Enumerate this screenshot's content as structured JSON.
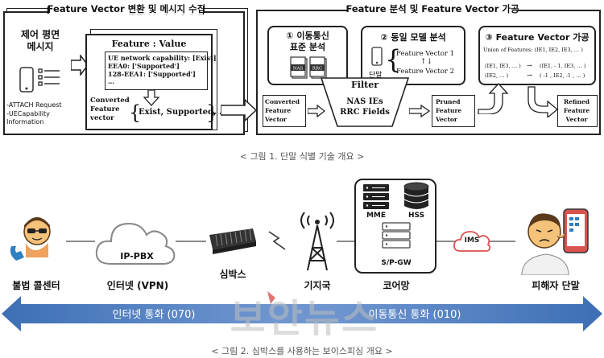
{
  "figure1": {
    "left_panel_title": "Feature Vector 변환 및 메시지 수집",
    "right_panel_title": "Feature 분석 및 Feature Vector 가공",
    "control_plane_msg": "제어 평면\n메시지",
    "msg_items": [
      "-ATTACH Request",
      "-UECapability\n Information"
    ],
    "fv_header": "Feature : Value",
    "fv_lines": [
      "UE network capability: [Exist]",
      "EEA0: ['Supported']",
      "128-EEA1: ['Supported']",
      "…"
    ],
    "converted_label": "Converted\nFeature\nvector",
    "converted_value": "Exist, Supported, …",
    "step1_title": "① 이동통신\n표준 분석",
    "step1_docs": [
      "NAS",
      "RRC"
    ],
    "step2_title": "② 동일 모델 분석",
    "step2_device": "단말",
    "step2_fv1": "Feature Vector 1",
    "step2_fv2": "Feature Vector 2",
    "step3_title": "③ Feature Vector 가공",
    "step3_union": "Union of Features: (IE1, IE2, IE3, … )",
    "step3_rows": [
      "(IE1, IE3, … )",
      "(IE2, … )"
    ],
    "step3_rows_out": [
      "(IE1, - 1, IE3, … )",
      "( -1 , IE2, -1 , … )"
    ],
    "converted_fv_box": "Converted\nFeature\nVector",
    "filter_title": "Filter",
    "filter_items": "NAS IEs\nRRC Fields",
    "pruned_box": "Pruned\nFeature\nVector",
    "refined_box": "Refined\nFeature\nVector",
    "caption": "< 그림 1. 단말 식별 기술 개요 >"
  },
  "figure2": {
    "nodes": {
      "call_center": "불법 콜센터",
      "internet": "인터넷 (VPN)",
      "ip_pbx": "IP-PBX",
      "simbox": "심박스",
      "base_station": "기지국",
      "core": "코어망",
      "mme": "MME",
      "hss": "HSS",
      "spgw": "S/P-GW",
      "ims": "IMS",
      "victim": "피해자 단말"
    },
    "arrow_left_label": "인터넷 통화 (070)",
    "arrow_right_label": "이동통신 통화 (010)",
    "watermark": "보안뉴스",
    "caption": "< 그림 2. 심박스를 사용하는 보이스피싱 개요 >",
    "colors": {
      "arrow": "#3d6fb5",
      "arrow_light": "#8fb1dd",
      "ims": "#d9534f",
      "face": "#f5c27a"
    }
  }
}
